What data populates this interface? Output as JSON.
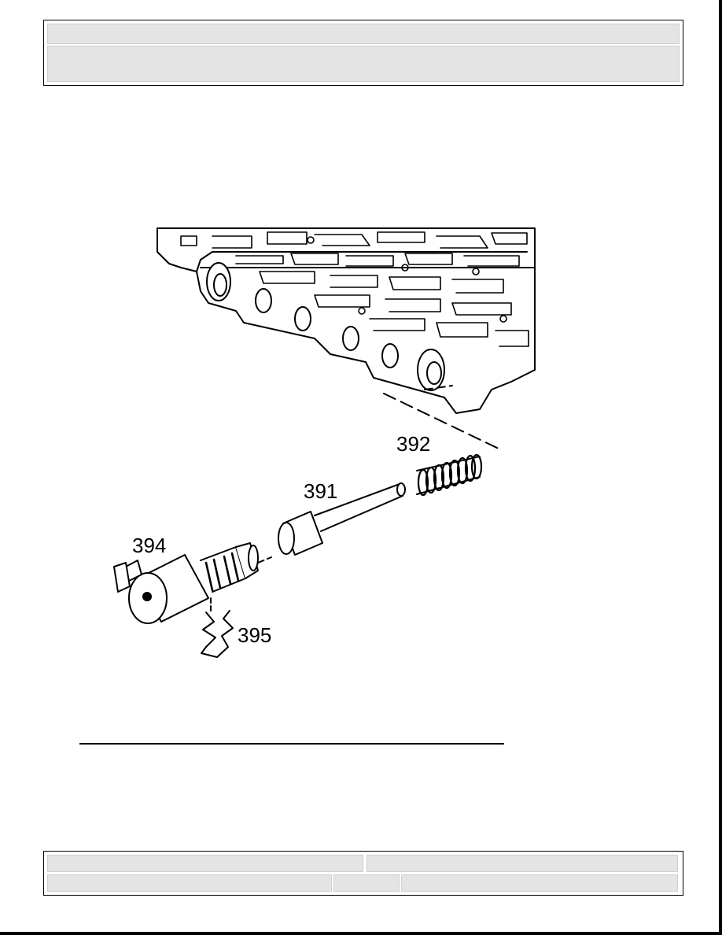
{
  "header": {
    "title": "",
    "subtitle": ""
  },
  "figure": {
    "callouts": {
      "spring": "392",
      "valve": "391",
      "solenoid": "394",
      "retainer": "395"
    }
  },
  "footer": {
    "left_top": "",
    "right_top": "",
    "left_bottom": "",
    "mid_bottom": "",
    "right_bottom": ""
  }
}
